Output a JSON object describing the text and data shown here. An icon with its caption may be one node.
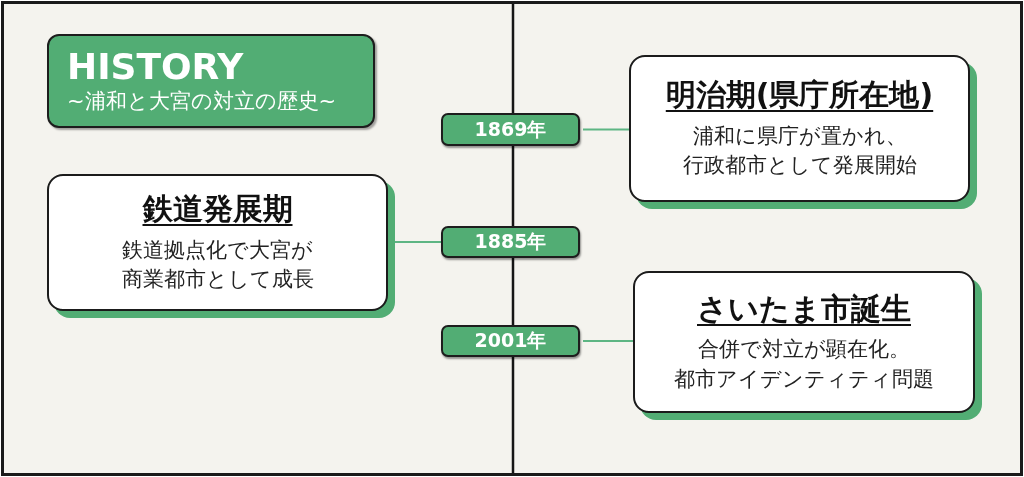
{
  "diagram": {
    "nodes": [
      {
        "text": [
          "HISTORY",
          "~浦和と大宮の対立の歴史~"
        ]
      },
      {
        "text": [
          "1869年"
        ]
      },
      {
        "text": [
          "明治期(県庁所在地)",
          "浦和に県庁が置かれ、行政都市として発展開始"
        ]
      },
      {
        "text": [
          "鉄道発展期",
          "鉄道拠点化で大宮が商業都市として成長"
        ]
      },
      {
        "text": [
          "1885年"
        ]
      },
      {
        "text": [
          "2001年"
        ]
      },
      {
        "text": [
          "さいたま市誕生",
          "合併で対立が顕在化。都市アイデンティティ問題"
        ]
      }
    ],
    "edges": [
      {
        "from": 1,
        "to": 2,
        "arrow": "none"
      },
      {
        "from": 4,
        "to": 3,
        "arrow": "none"
      },
      {
        "from": 5,
        "to": 6,
        "arrow": "none"
      }
    ]
  }
}
